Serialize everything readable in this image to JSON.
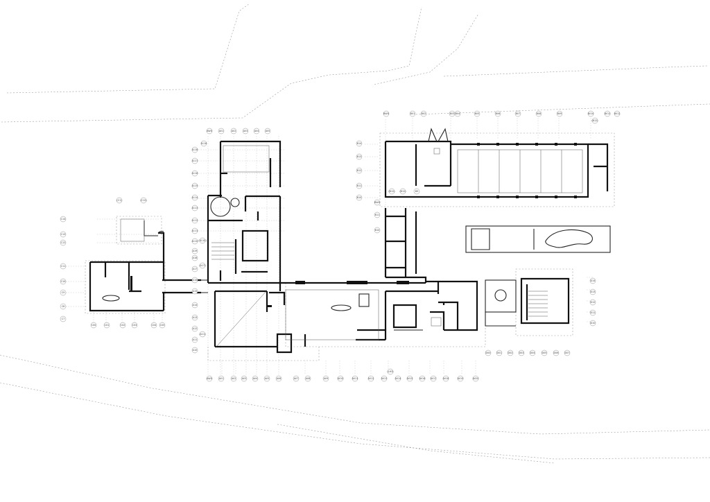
{
  "plan": {
    "wing_a": {
      "top_grid": [
        "AW0",
        "AV1",
        "AV2",
        "AV3",
        "AV4",
        "AV5"
      ],
      "bottom_grid": [
        "AW0",
        "AV1",
        "AV2",
        "AV3",
        "AV4",
        "AV5",
        "AV6",
        "AV7",
        "AV8",
        "AV9",
        "AV10",
        "AV11",
        "AV12",
        "AV13",
        "AV14",
        "AV15",
        "AV16",
        "AV17",
        "AV18",
        "AV19",
        "AV20"
      ],
      "left_grid": [
        "A118",
        "A117",
        "A116",
        "A115",
        "A114",
        "A113",
        "A112",
        "A111",
        "A110",
        "A19",
        "A18",
        "A17",
        "A16",
        "A15",
        "A14",
        "A13",
        "A12",
        "A11",
        "A10"
      ],
      "left_sub": [
        "(A110)",
        "(A17)",
        "(A11)"
      ],
      "top_label": "A118"
    },
    "wing_b": {
      "top_grid": [
        "BW0",
        "BV1",
        "BV2",
        "BV3",
        "BV4",
        "BV5",
        "BV6",
        "BV7",
        "BV8",
        "BV9",
        "BV10",
        "BV11",
        "BV12"
      ],
      "top_sub": "(B12)",
      "left_grid": [
        "B14",
        "B13",
        "B12",
        "B11",
        "B10"
      ],
      "left_sub": [
        "BW0",
        "B11",
        "B10"
      ],
      "mid_labels": [
        "(B12)",
        "(B12)",
        "B9"
      ]
    },
    "wing_c": {
      "top_grid": [
        "(C1)",
        "(C12)"
      ],
      "left_grid": [
        "C14",
        "C13",
        "C12",
        "C11",
        "C10",
        "C9",
        "C8",
        "C7"
      ],
      "bottom_grid": [
        "C00",
        "C01",
        "C02",
        "C03",
        "C04",
        "C05"
      ]
    },
    "wing_d": {
      "right_grid": [
        "D14",
        "D13",
        "D12",
        "D11",
        "D10"
      ],
      "bottom_grid": [
        "D00",
        "D01",
        "D02",
        "D03",
        "D04",
        "D05",
        "D06",
        "D07"
      ]
    },
    "bottom_sub": "(LH3)"
  }
}
